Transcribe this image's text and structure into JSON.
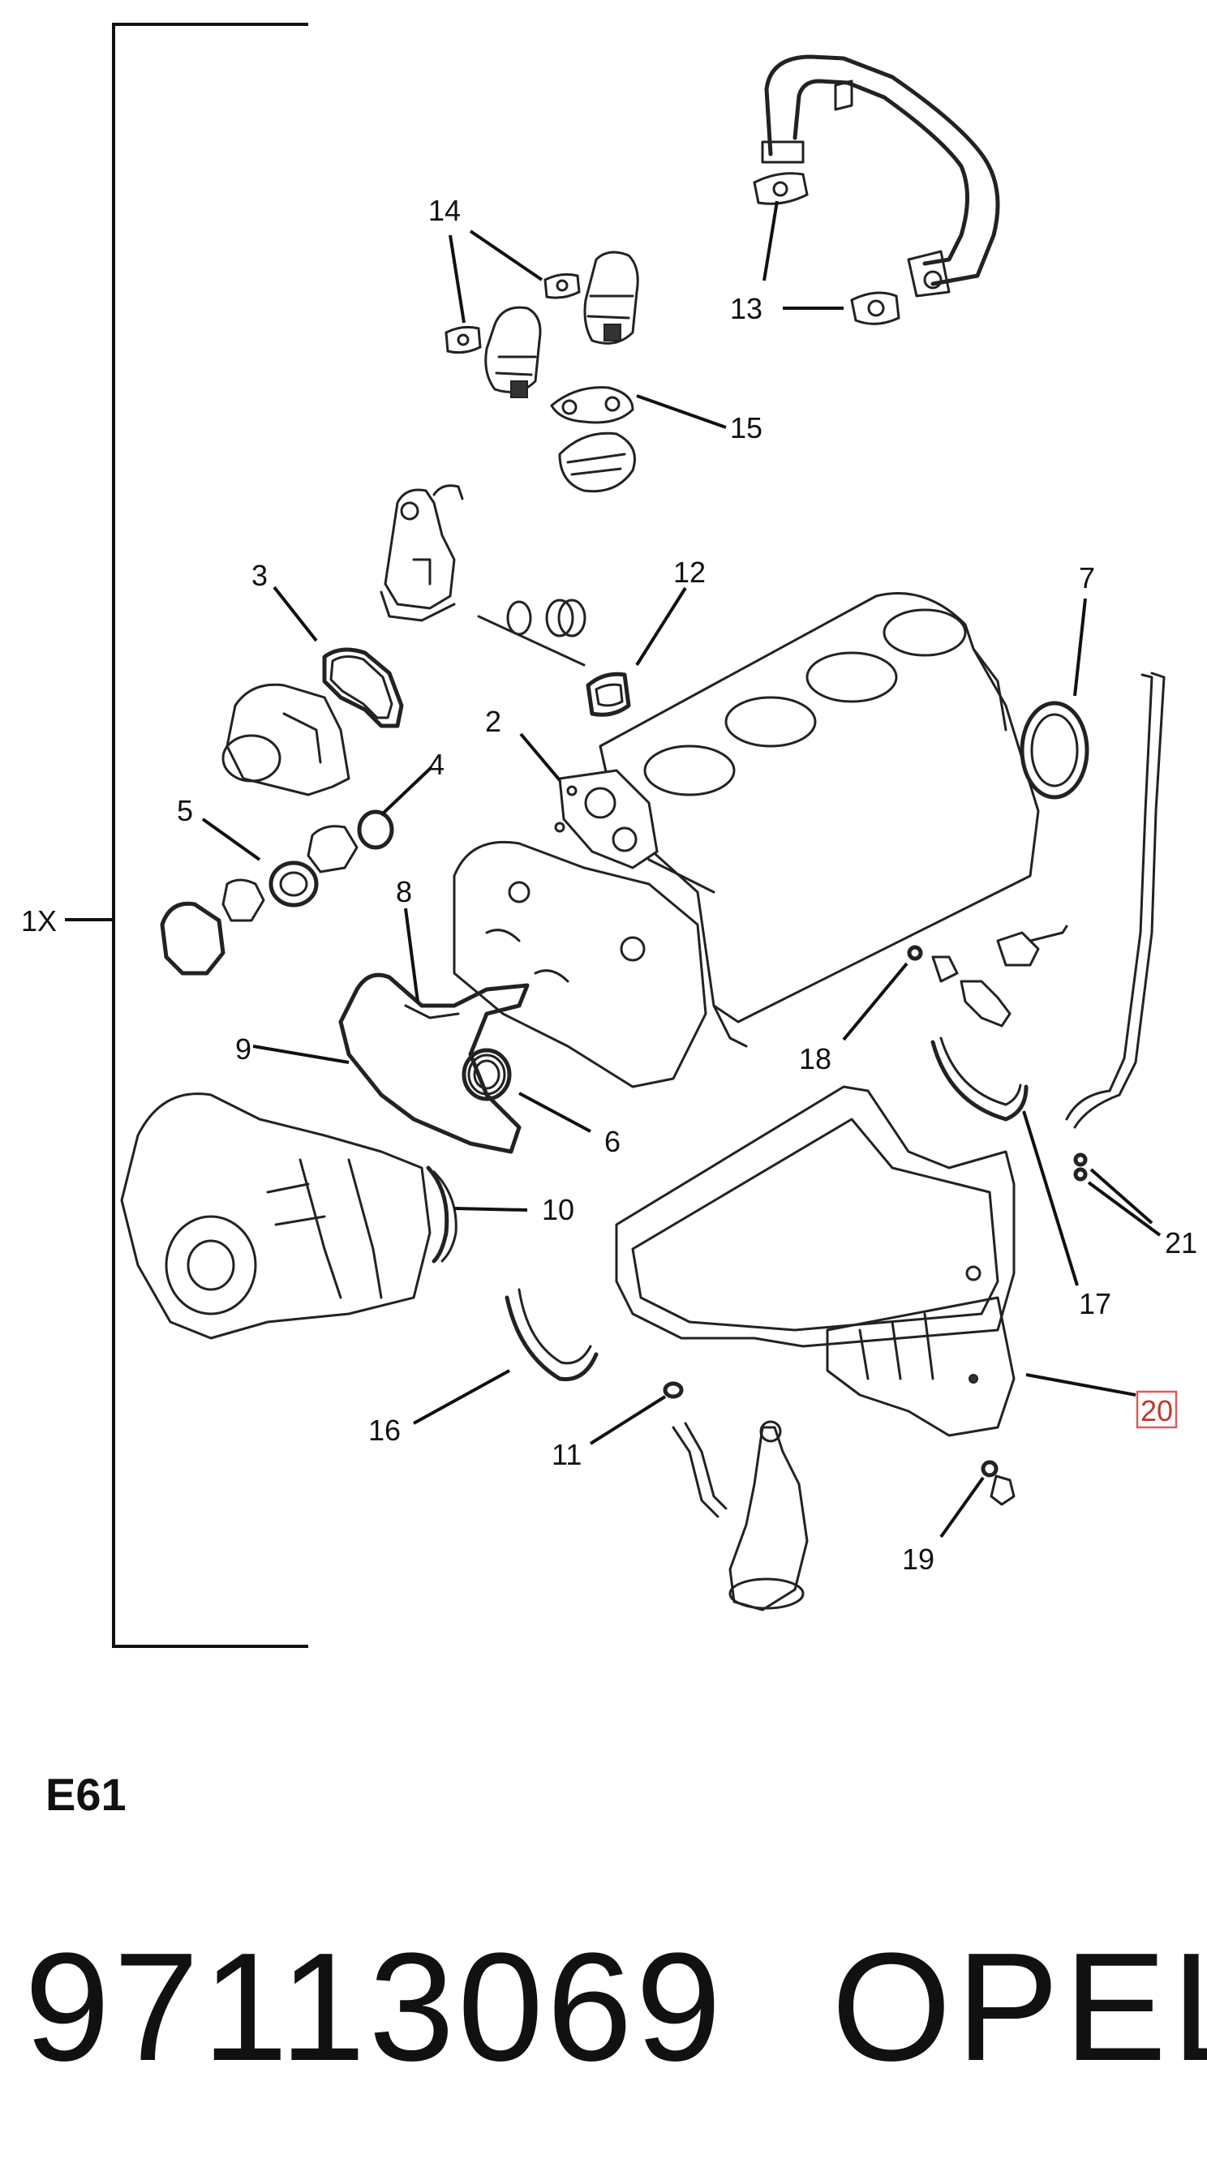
{
  "diagram": {
    "quantity_label": "1X",
    "callouts": [
      {
        "id": "c1",
        "label": "2"
      },
      {
        "id": "c2",
        "label": "3"
      },
      {
        "id": "c3",
        "label": "4"
      },
      {
        "id": "c4",
        "label": "5"
      },
      {
        "id": "c5",
        "label": "6"
      },
      {
        "id": "c6",
        "label": "7"
      },
      {
        "id": "c7",
        "label": "8"
      },
      {
        "id": "c8",
        "label": "9"
      },
      {
        "id": "c9",
        "label": "10"
      },
      {
        "id": "c10",
        "label": "11"
      },
      {
        "id": "c11",
        "label": "12"
      },
      {
        "id": "c12",
        "label": "13"
      },
      {
        "id": "c13",
        "label": "14"
      },
      {
        "id": "c14",
        "label": "15"
      },
      {
        "id": "c15",
        "label": "16"
      },
      {
        "id": "c16",
        "label": "17"
      },
      {
        "id": "c17",
        "label": "18"
      },
      {
        "id": "c18",
        "label": "19"
      },
      {
        "id": "c19",
        "label": "20"
      },
      {
        "id": "c20",
        "label": "21"
      }
    ],
    "highlighted_callout": "20",
    "highlight_color": "#e05a5a"
  },
  "footer": {
    "section_code": "E61",
    "part_number": "97113069",
    "brand": "OPEL"
  }
}
